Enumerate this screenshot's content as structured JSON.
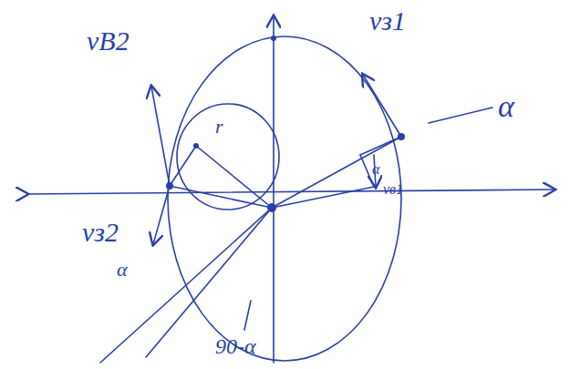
{
  "diagram": {
    "labels": [
      "vB2",
      "vз1",
      "α",
      "r",
      "vз2",
      "α",
      "90-α",
      "vв1",
      "α"
    ]
  }
}
